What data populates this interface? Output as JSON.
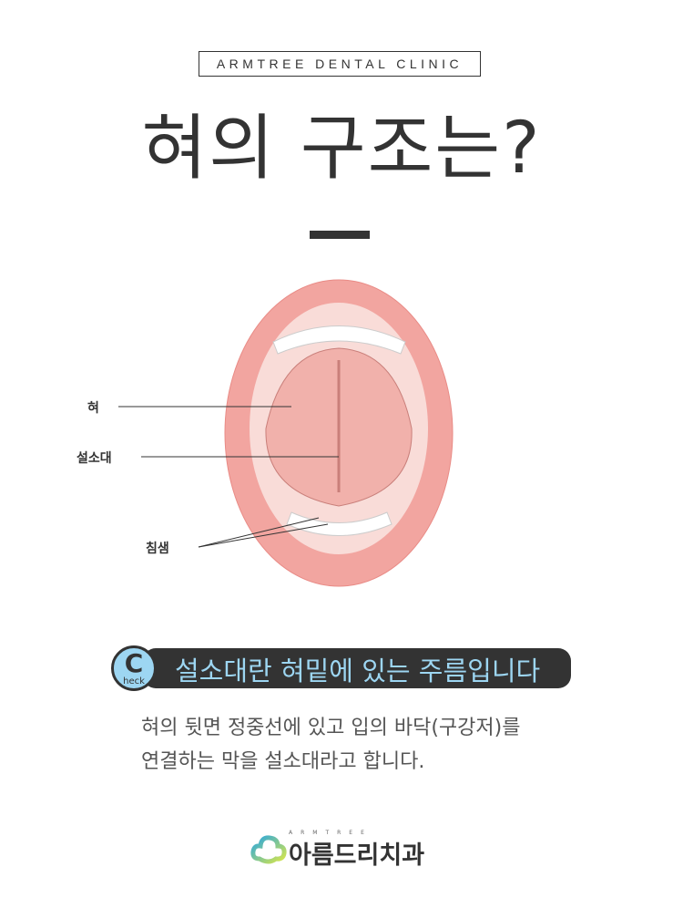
{
  "header": {
    "brand": "ARMTREE DENTAL CLINIC",
    "title": "혀의 구조는?"
  },
  "illustration": {
    "labels": {
      "tongue": "혀",
      "frenulum": "설소대",
      "salivary_gland": "침샘"
    }
  },
  "check": {
    "badge_letter": "C",
    "badge_sub": "heck",
    "text": "설소대란 혀밑에 있는 주름입니다"
  },
  "description": {
    "line1": "혀의 뒷면 정중선에 있고 입의 바닥(구강저)를",
    "line2": "연결하는 막을 설소대라고 합니다."
  },
  "footer": {
    "logo_sub": "ARMTREE",
    "logo_name": "아름드리치과"
  },
  "colors": {
    "accent": "#9dd6f2",
    "dark": "#333333",
    "lip": "#f0a19d"
  }
}
